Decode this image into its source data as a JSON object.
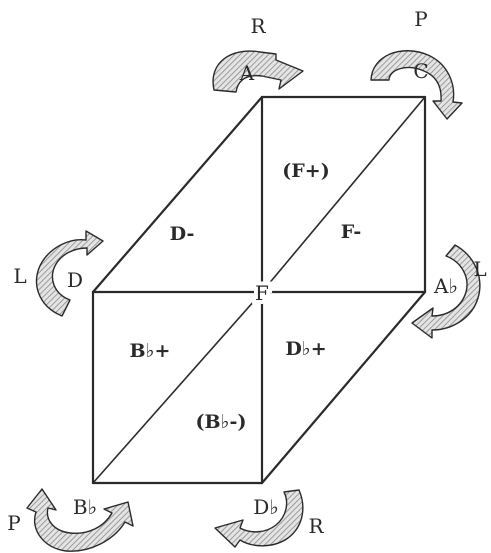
{
  "nodes": [
    {
      "id": "top-back-left",
      "label": "A"
    },
    {
      "id": "top-back-right",
      "label": "C"
    },
    {
      "id": "front-top-left",
      "label": "D"
    },
    {
      "id": "front-top-right",
      "label": "A♭"
    },
    {
      "id": "front-bottom-left",
      "label": "B♭"
    },
    {
      "id": "front-bottom-right",
      "label": "D♭"
    }
  ],
  "center": {
    "label": "F"
  },
  "operations": {
    "top_back_left": "R",
    "top_back_right": "P",
    "front_top_left": "L",
    "front_top_right": "L",
    "front_bottom_left": "P",
    "front_bottom_right": "R"
  },
  "regions": {
    "top_face_left": "D-",
    "top_face_upper": "(F+)",
    "top_face_lower": "F-",
    "front_face_left": "B♭+",
    "front_face_right": "D♭+",
    "front_face_lower": "(B♭-)"
  },
  "colors": {
    "ink": "#2a2a2a",
    "hatch": "#8a8a8a",
    "background": "#ffffff"
  }
}
